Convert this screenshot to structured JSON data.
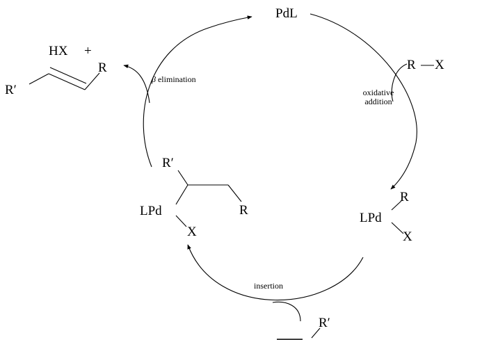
{
  "colors": {
    "ink": "#000000",
    "background": "#ffffff"
  },
  "catalyst": {
    "label": "PdL"
  },
  "reactant": {
    "r": "R",
    "x": "X"
  },
  "oxidative_addition": {
    "line1": "oxidative",
    "line2": "addition"
  },
  "ox_add_complex": {
    "metal": "LPd",
    "r": "R",
    "x": "X"
  },
  "insertion": {
    "label": "insertion"
  },
  "alkene": {
    "substituent": "R′"
  },
  "alkyl_complex": {
    "metal": "LPd",
    "r_prime": "R′",
    "r": "R",
    "x": "X"
  },
  "beta_elimination": {
    "beta": "β",
    "text": " elimination"
  },
  "products": {
    "hx": "HX",
    "plus": "+",
    "r_prime": "R′",
    "r": "R"
  }
}
